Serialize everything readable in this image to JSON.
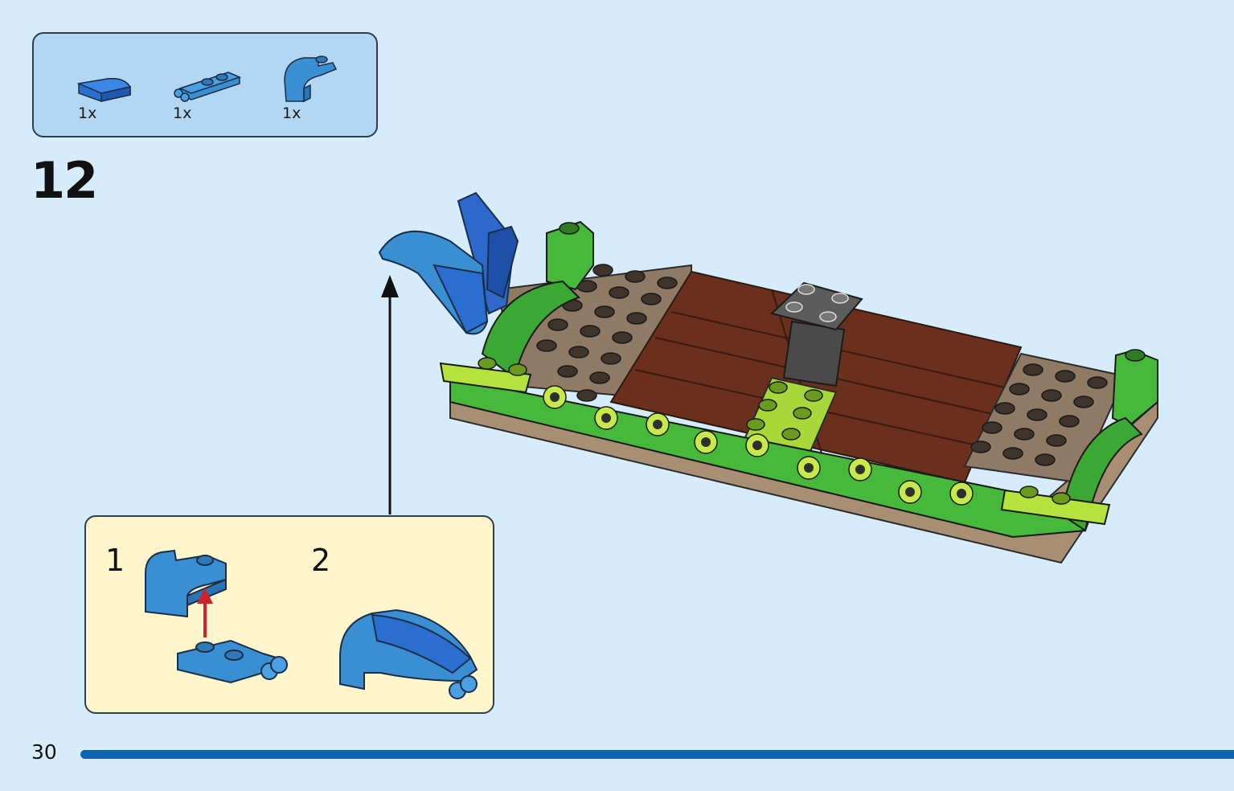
{
  "parts_list": {
    "items": [
      {
        "icon": "blue-curved-slope-icon",
        "qty": "1x"
      },
      {
        "icon": "blue-plate-with-clips-icon",
        "qty": "1x"
      },
      {
        "icon": "blue-curved-bracket-icon",
        "qty": "1x"
      }
    ]
  },
  "step": {
    "number": "12"
  },
  "callout": {
    "substeps": [
      {
        "number": "1"
      },
      {
        "number": "2"
      }
    ]
  },
  "footer": {
    "page_number": "30"
  },
  "colors": {
    "background": "#d6ecfb",
    "parts_box": "#b3d6f3",
    "callout_box": "#fff6cc",
    "progress_bar": "#0d63b0",
    "arrow_red": "#d4202a"
  }
}
